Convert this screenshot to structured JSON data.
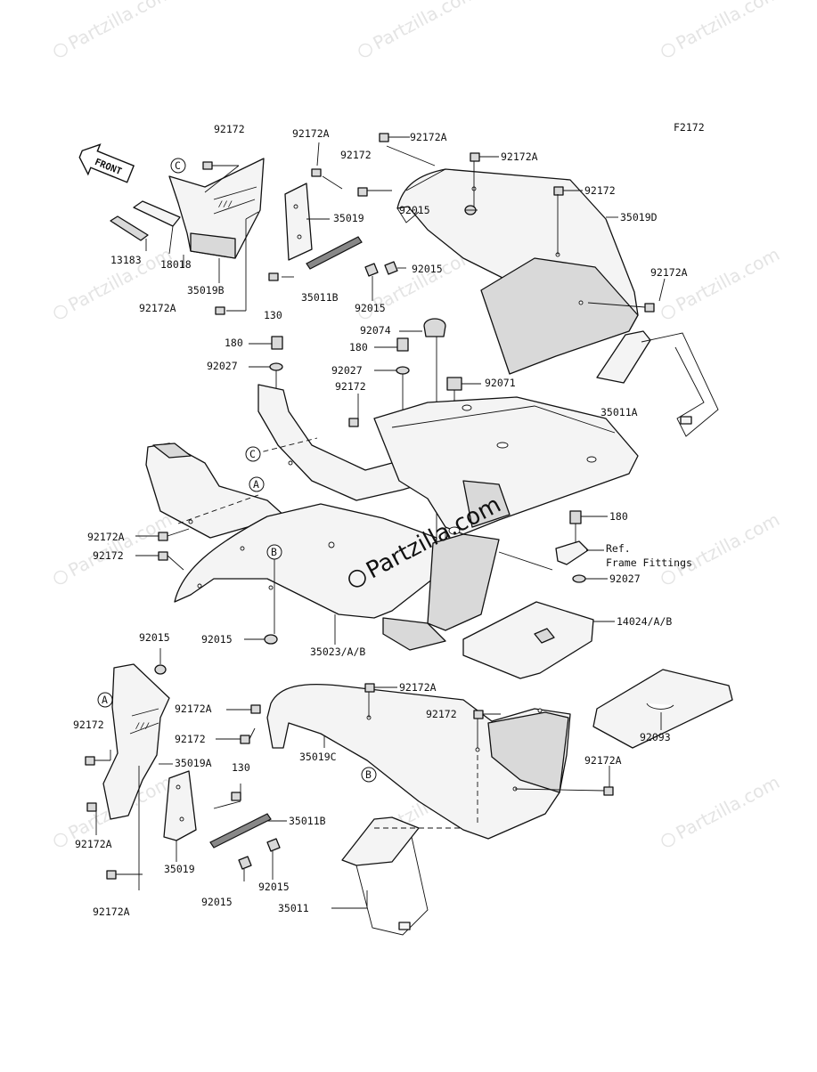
{
  "diagram_code": "F2172",
  "watermark": "Partzilla.com",
  "center_watermark": "Partzilla.com",
  "front_arrow_label": "FRONT",
  "labels": {
    "l92172_a": "92172",
    "l92172A_b": "92172A",
    "l92172A_c": "92172A",
    "l92172_d": "92172",
    "l92172A_e": "92172A",
    "l92172_f": "92172",
    "l35019_a": "35019",
    "l92015_a": "92015",
    "l35019D": "35019D",
    "l13183": "13183",
    "l18018": "18018",
    "l35019B": "35019B",
    "l35011B_a": "35011B",
    "l92015_b": "92015",
    "l92015_c": "92015",
    "l130_a": "130",
    "l92172A_f": "92172A",
    "l92172A_g": "92172A",
    "l92074": "92074",
    "l180_a": "180",
    "l180_b": "180",
    "l92027_a": "92027",
    "l92027_b": "92027",
    "l92172_g": "92172",
    "l92071": "92071",
    "l35011A": "35011A",
    "l92172A_h": "92172A",
    "l92172_h": "92172",
    "l180_c": "180",
    "l_ref1": "Ref.",
    "l_ref2": "Frame Fittings",
    "l92027_c": "92027",
    "l92015_d": "92015",
    "l35023": "35023/A/B",
    "l14024": "14024/A/B",
    "l92015_e": "92015",
    "l92172A_i": "92172A",
    "l92172A_j": "92172A",
    "l92172_i": "92172",
    "l92172_j": "92172",
    "l35019A": "35019A",
    "l35019C": "35019C",
    "l92093": "92093",
    "l92172A_k": "92172A",
    "l130_b": "130",
    "l35011B_b": "35011B",
    "l92172A_l": "92172A",
    "l35019_b": "35019",
    "l92015_f": "92015",
    "l92015_g": "92015",
    "l92172A_m": "92172A",
    "l35011": "35011"
  },
  "callouts": {
    "c_top": "C",
    "c_mid": "C",
    "a_mid": "A",
    "b_mid": "B",
    "a_low": "A",
    "b_low": "B"
  }
}
